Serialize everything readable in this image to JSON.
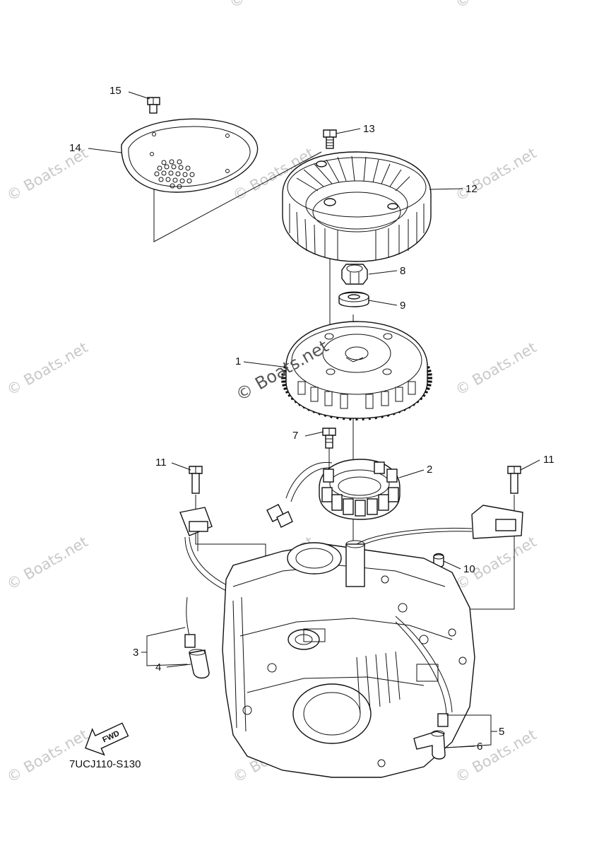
{
  "callouts": [
    {
      "id": "c1",
      "label": "1"
    },
    {
      "id": "c2",
      "label": "2"
    },
    {
      "id": "c3",
      "label": "3"
    },
    {
      "id": "c4",
      "label": "4"
    },
    {
      "id": "c5",
      "label": "5"
    },
    {
      "id": "c6",
      "label": "6"
    },
    {
      "id": "c7",
      "label": "7"
    },
    {
      "id": "c8",
      "label": "8"
    },
    {
      "id": "c9",
      "label": "9"
    },
    {
      "id": "c10",
      "label": "10"
    },
    {
      "id": "c11a",
      "label": "11"
    },
    {
      "id": "c11b",
      "label": "11"
    },
    {
      "id": "c12",
      "label": "12"
    },
    {
      "id": "c13",
      "label": "13"
    },
    {
      "id": "c14",
      "label": "14"
    },
    {
      "id": "c15",
      "label": "15"
    }
  ],
  "diagram_code": "7UCJ110-S130",
  "direction_label": "FWD",
  "watermark": "© Boats.net"
}
